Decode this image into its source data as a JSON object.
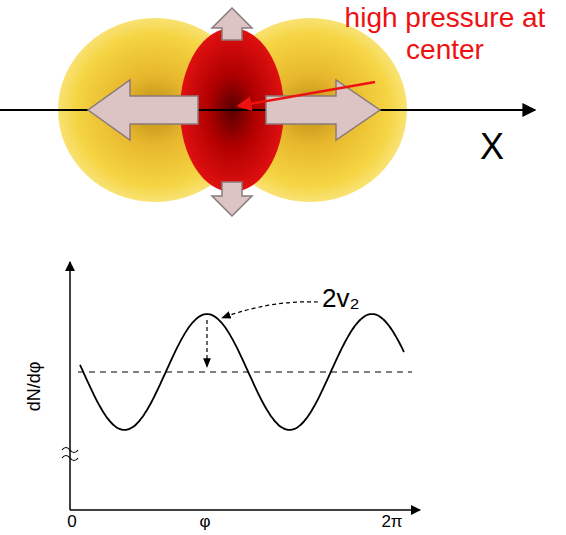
{
  "diagram": {
    "labels": [
      "high pressure at center",
      "X",
      "2v₂",
      "dN/dφ",
      "0",
      "φ",
      "2π"
    ]
  }
}
